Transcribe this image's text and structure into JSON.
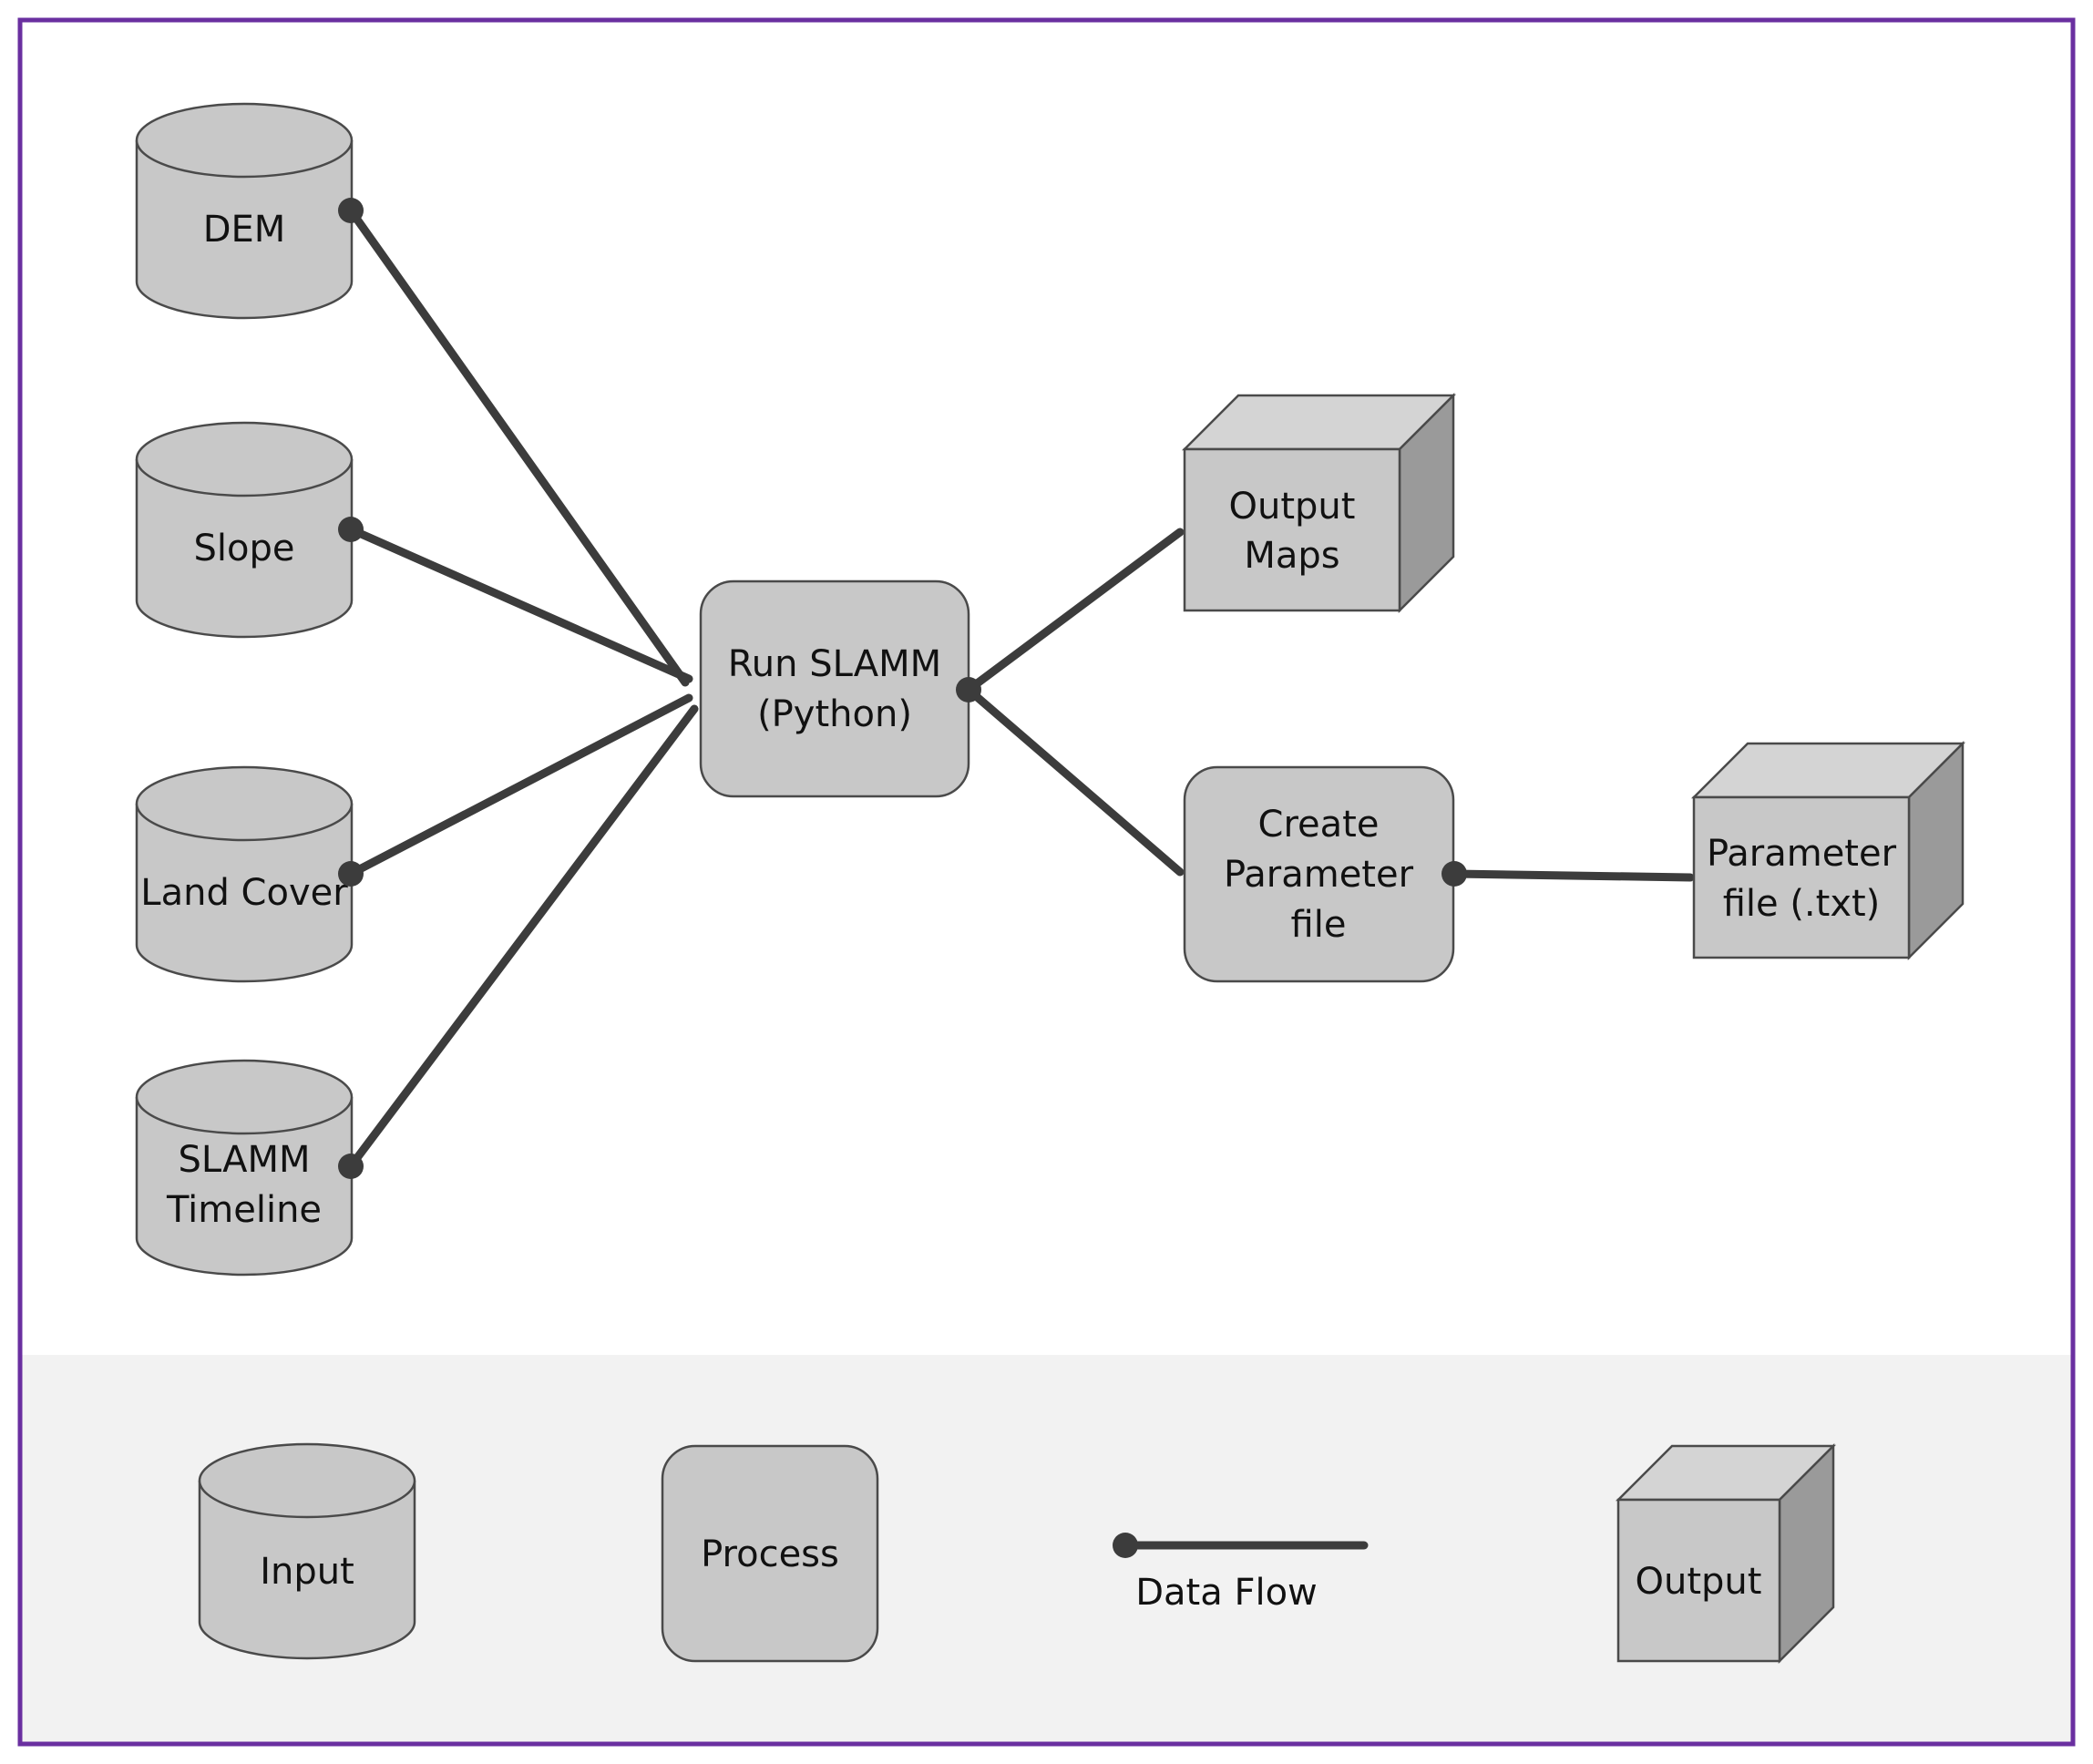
{
  "inputs": {
    "dem": "DEM",
    "slope": "Slope",
    "land_cover": "Land Cover",
    "slamm_timeline": [
      "SLAMM",
      "Timeline"
    ]
  },
  "process": {
    "run_slamm": [
      "Run SLAMM",
      "(Python)"
    ],
    "create_parameter_file": [
      "Create",
      "Parameter",
      "file"
    ]
  },
  "outputs": {
    "output_maps": [
      "Output",
      "Maps"
    ],
    "parameter_file": [
      "Parameter",
      "file (.txt)"
    ]
  },
  "legend": {
    "input": "Input",
    "process": "Process",
    "data_flow": "Data Flow",
    "output": "Output"
  },
  "colors": {
    "frame_border": "#6a2fa0",
    "legend_background": "#f2f2f2",
    "shape_fill": "#c8c8c8",
    "shape_stroke": "#4a4a4a",
    "cube_top": "#d4d4d4",
    "cube_side": "#9a9a9a",
    "arrow": "#3c3c3c"
  }
}
